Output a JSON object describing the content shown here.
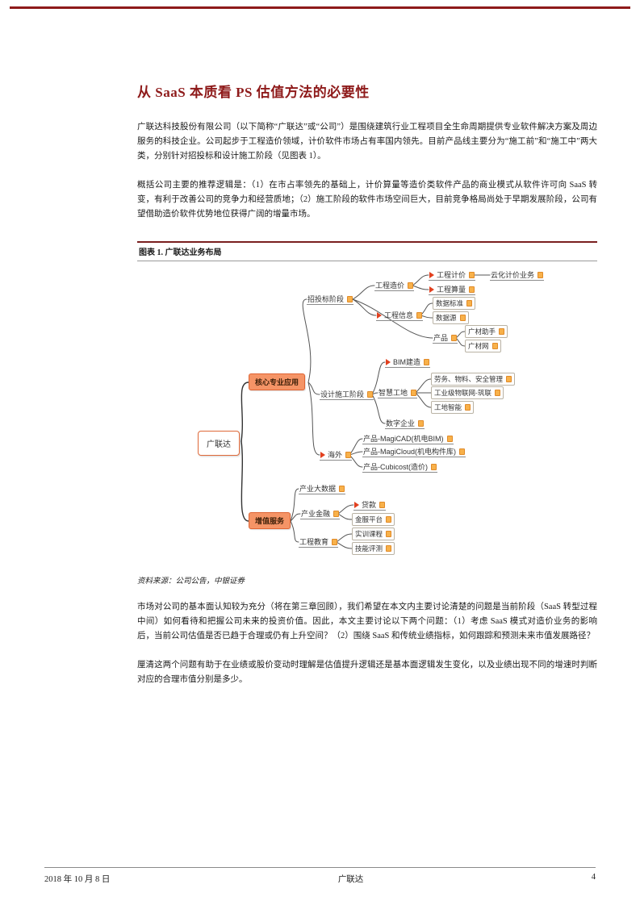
{
  "page": {
    "title": "从 SaaS 本质看 PS 估值方法的必要性",
    "intro_paragraphs": [
      "广联达科技股份有限公司（以下简称“广联达”或“公司”）是围绕建筑行业工程项目全生命周期提供专业软件解决方案及周边服务的科技企业。公司起步于工程造价领域，计价软件市场占有率国内领先。目前产品线主要分为“施工前”和“施工中”两大类，分别针对招投标和设计施工阶段（见图表 1）。",
      "概括公司主要的推荐逻辑是：（1）在市占率领先的基础上，计价算量等造价类软件产品的商业模式从软件许可向 SaaS 转变，有利于改善公司的竞争力和经营质地；（2）施工阶段的软件市场空间巨大，目前竞争格局尚处于早期发展阶段，公司有望借助造价软件优势地位获得广阔的增量市场。"
    ],
    "figure": {
      "caption": "图表 1. 广联达业务布局",
      "source": "资料来源：公司公告，中银证券"
    },
    "body_paragraphs": [
      "市场对公司的基本面认知较为充分（将在第三章回顾），我们希望在本文内主要讨论清楚的问题是当前阶段（SaaS 转型过程中间）如何看待和把握公司未来的投资价值。因此，本文主要讨论以下两个问题：（1）考虑 SaaS 模式对造价业务的影响后，当前公司估值是否已趋于合理或仍有上升空间？（2）围绕 SaaS 和传统业绩指标，如何跟踪和预测未来市值发展路径？",
      "厘清这两个问题有助于在业绩或股价变动时理解是估值提升逻辑还是基本面逻辑发生变化，以及业绩出现不同的增速时判断对应的合理市值分别是多少。"
    ],
    "footer": {
      "date": "2018 年 10 月 8 日",
      "center_title": "广联达",
      "page_number": "4"
    }
  },
  "colors": {
    "accent_red": "#8E1A1A",
    "node_orange": "#E06A3A",
    "primary_fill": "#F59466"
  },
  "mindmap": {
    "nodes": [
      {
        "label": "广联达"
      },
      {
        "label": "核心专业应用"
      },
      {
        "label": "增值服务"
      },
      {
        "label": "招投标阶段"
      },
      {
        "label": "设计施工阶段"
      },
      {
        "label": "海外"
      },
      {
        "label": "工程造价"
      },
      {
        "label": "工程计价"
      },
      {
        "label": "云化计价业务"
      },
      {
        "label": "工程算量"
      },
      {
        "label": "数据标准"
      },
      {
        "label": "工程信息"
      },
      {
        "label": "数据源"
      },
      {
        "label": "广材助手"
      },
      {
        "label": "产品"
      },
      {
        "label": "广材网"
      },
      {
        "label": "BIM建造"
      },
      {
        "label": "劳务、物料、安全管理"
      },
      {
        "label": "智慧工地"
      },
      {
        "label": "工业级物联网-筑联"
      },
      {
        "label": "工地智能"
      },
      {
        "label": "数字企业"
      },
      {
        "label": "产品-MagiCAD(机电BIM)"
      },
      {
        "label": "产品-MagiCloud(机电构件库)"
      },
      {
        "label": "产品-Cubicost(造价)"
      },
      {
        "label": "产业大数据"
      },
      {
        "label": "贷款"
      },
      {
        "label": "产业金融"
      },
      {
        "label": "金服平台"
      },
      {
        "label": "实训课程"
      },
      {
        "label": "工程教育"
      },
      {
        "label": "技能评测"
      }
    ],
    "hierarchy": {
      "广联达": [
        "核心专业应用",
        "增值服务"
      ],
      "核心专业应用": [
        "招投标阶段",
        "设计施工阶段",
        "海外"
      ],
      "招投标阶段": [
        "工程造价",
        "工程信息",
        "产品"
      ],
      "工程造价": [
        "工程计价",
        "工程算量"
      ],
      "工程计价": [
        "云化计价业务"
      ],
      "工程信息": [
        "数据标准",
        "数据源"
      ],
      "产品": [
        "广材助手",
        "广材网"
      ],
      "设计施工阶段": [
        "BIM建造",
        "智慧工地",
        "数字企业"
      ],
      "智慧工地": [
        "劳务、物料、安全管理",
        "工业级物联网-筑联",
        "工地智能"
      ],
      "海外": [
        "产品-MagiCAD(机电BIM)",
        "产品-MagiCloud(机电构件库)",
        "产品-Cubicost(造价)"
      ],
      "增值服务": [
        "产业大数据",
        "产业金融",
        "工程教育"
      ],
      "产业金融": [
        "贷款",
        "金服平台"
      ],
      "工程教育": [
        "实训课程",
        "技能评测"
      ]
    }
  }
}
